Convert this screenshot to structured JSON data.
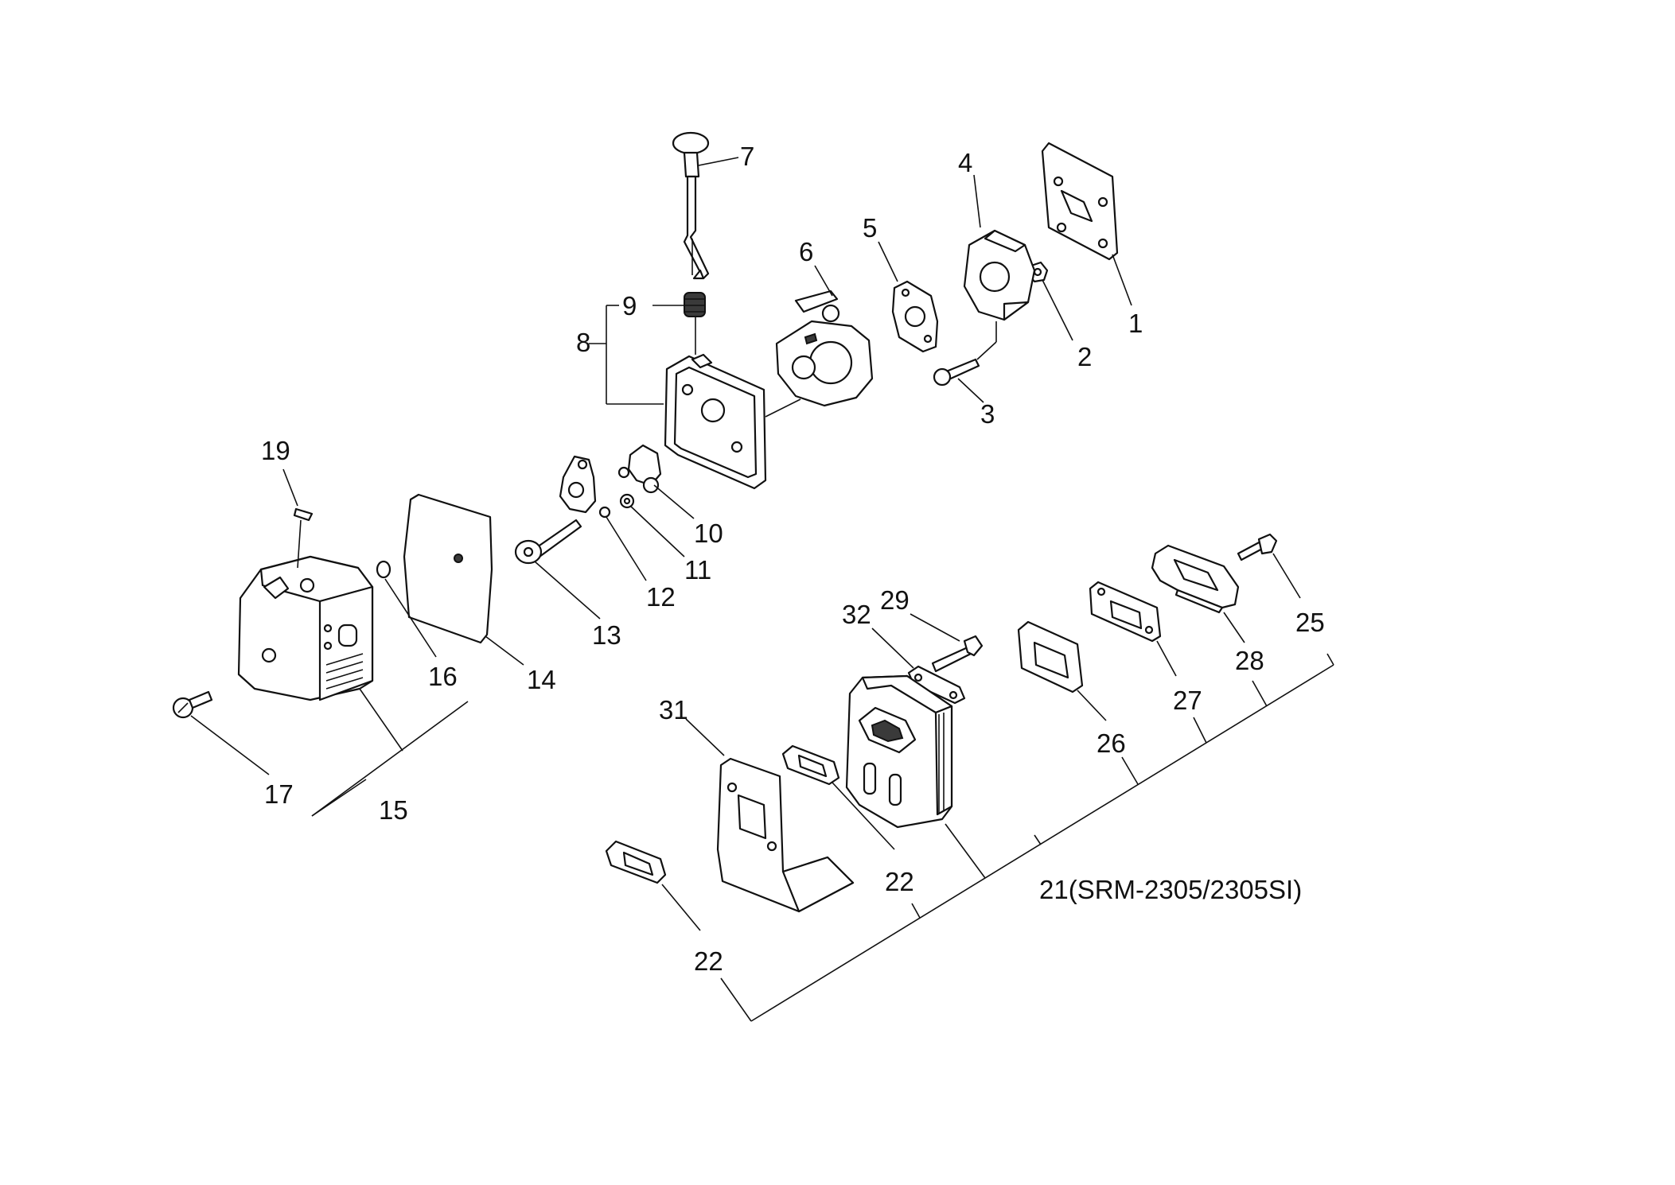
{
  "callouts": {
    "p1": "1",
    "p2": "2",
    "p3": "3",
    "p4": "4",
    "p5": "5",
    "p6": "6",
    "p7": "7",
    "p8": "8",
    "p9": "9",
    "p10": "10",
    "p11": "11",
    "p12": "12",
    "p13": "13",
    "p14": "14",
    "p15": "15",
    "p16": "16",
    "p17": "17",
    "p19": "19",
    "p21": "21(SRM-2305/2305SI)",
    "p22a": "22",
    "p22b": "22",
    "p25": "25",
    "p26": "26",
    "p27": "27",
    "p28": "28",
    "p29": "29",
    "p31": "31",
    "p32": "32"
  }
}
